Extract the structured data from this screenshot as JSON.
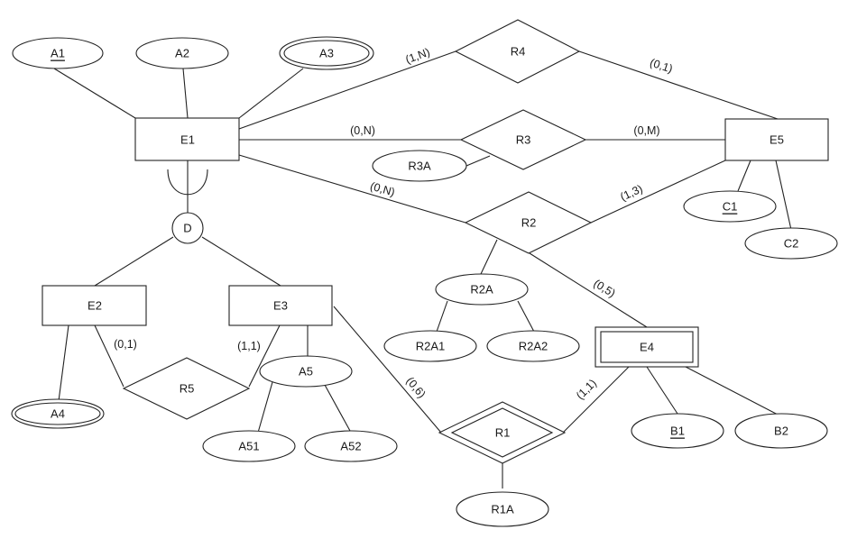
{
  "entities": {
    "e1": "E1",
    "e2": "E2",
    "e3": "E3",
    "e4": "E4",
    "e5": "E5"
  },
  "relationships": {
    "r1": "R1",
    "r2": "R2",
    "r3": "R3",
    "r4": "R4",
    "r5": "R5"
  },
  "attributes": {
    "a1": "A1",
    "a2": "A2",
    "a3": "A3",
    "a4": "A4",
    "a5": "A5",
    "a51": "A51",
    "a52": "A52",
    "r3a": "R3A",
    "r2a": "R2A",
    "r2a1": "R2A1",
    "r2a2": "R2A2",
    "r1a": "R1A",
    "b1": "B1",
    "b2": "B2",
    "c1": "C1",
    "c2": "C2"
  },
  "generalization": {
    "label": "D"
  },
  "cardinalities": {
    "e1_r4": "(1,N)",
    "r4_e5": "(0,1)",
    "e1_r3": "(0,N)",
    "r3_e5": "(0,M)",
    "e1_r2": "(0,N)",
    "e5_r2": "(1,3)",
    "r2_e4": "(0,5)",
    "e2_r5": "(0,1)",
    "e3_r5": "(1,1)",
    "e3_r1": "(0,6)",
    "e4_r1": "(1,1)"
  }
}
